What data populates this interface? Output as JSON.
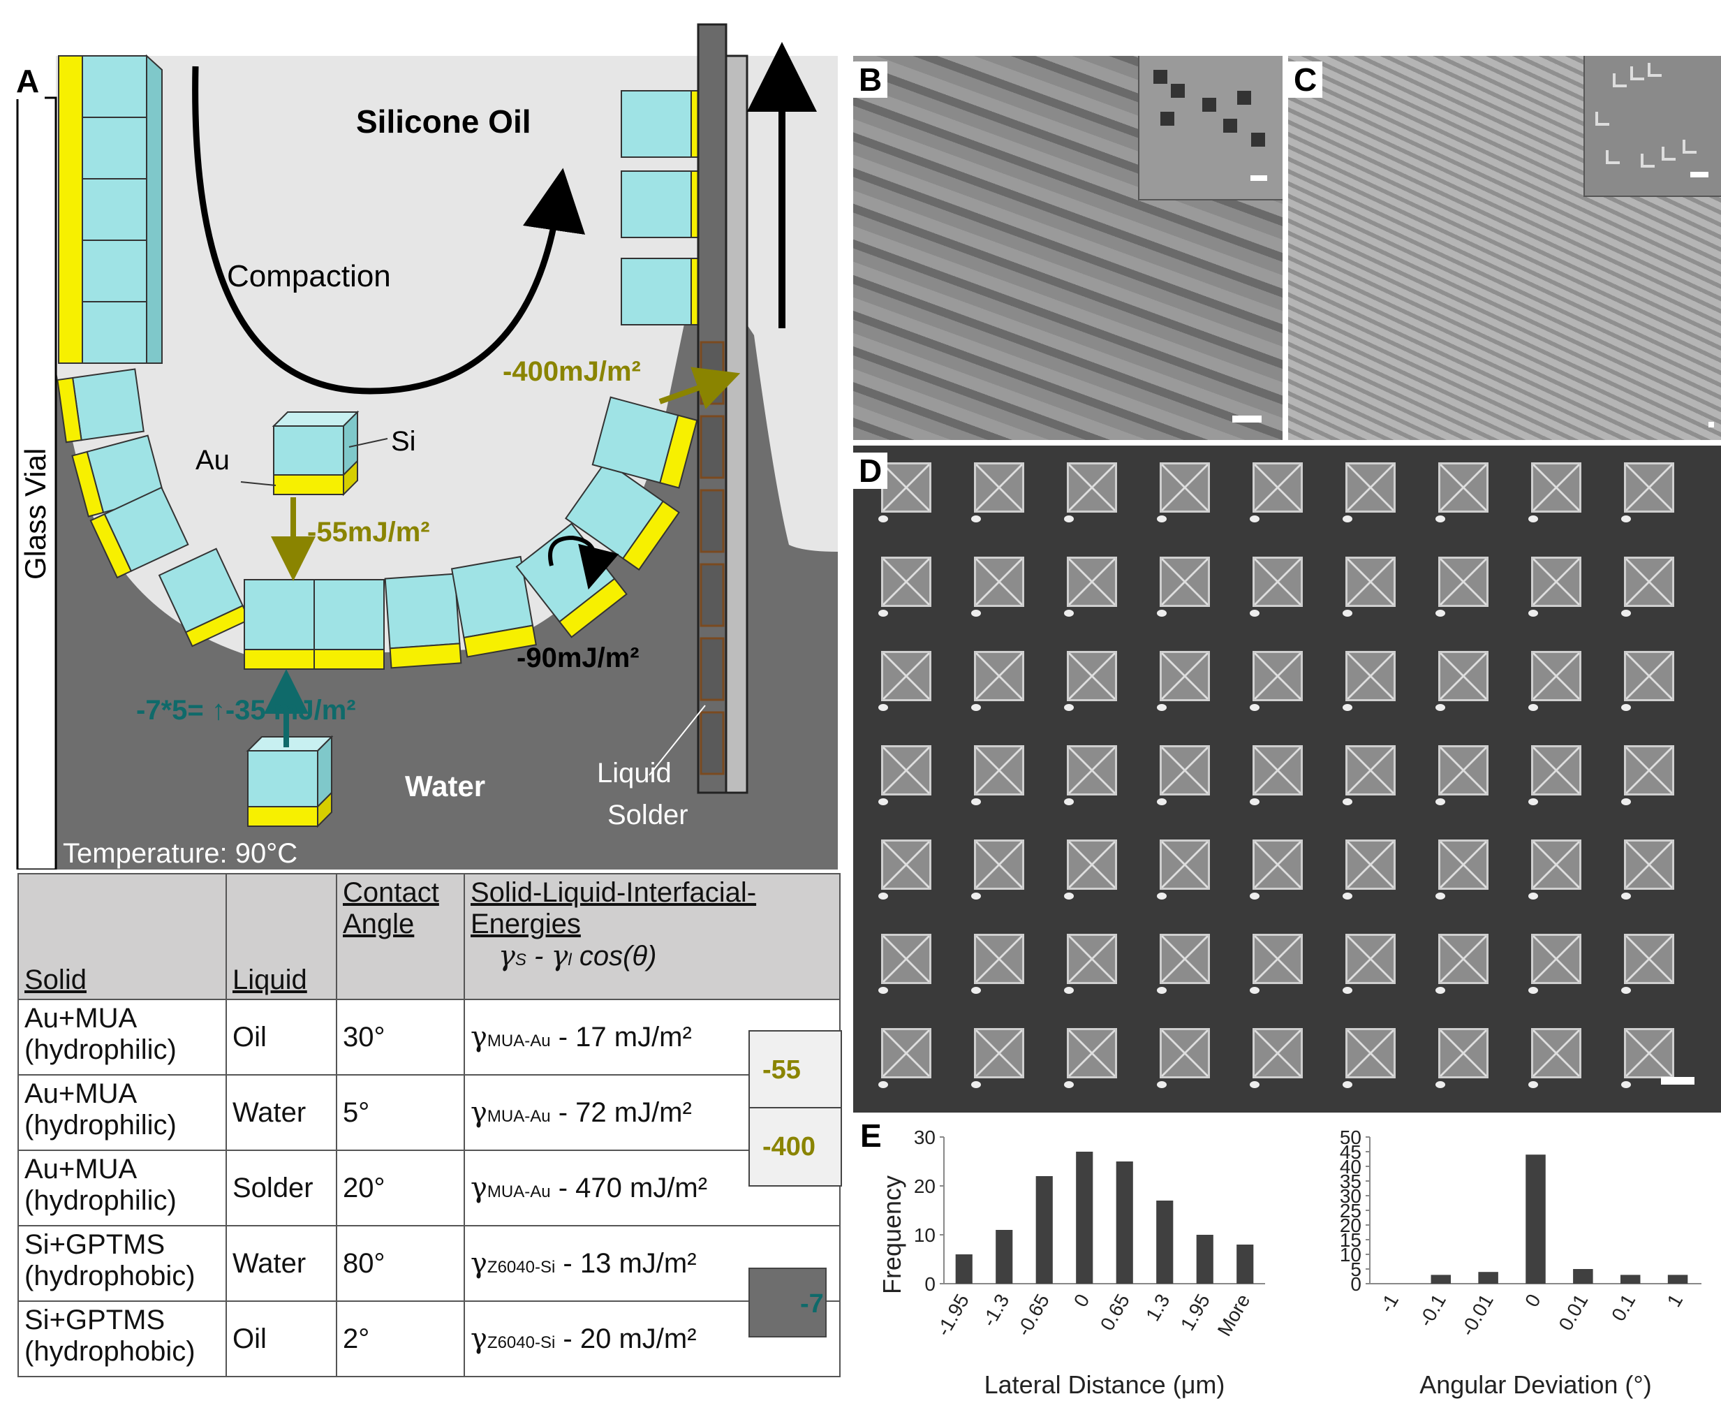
{
  "panel_labels": {
    "a": "A",
    "b": "B",
    "c": "C",
    "d": "D",
    "e": "E"
  },
  "diagram": {
    "oil_label": "Silicone Oil",
    "compaction_label": "Compaction",
    "au_label": "Au",
    "si_label": "Si",
    "energy_55": "-55mJ/m²",
    "energy_400": "-400mJ/m²",
    "energy_90": "-90mJ/m²",
    "energy_35": "-7*5= ↑-35 mJ/m²",
    "water_label": "Water",
    "liquid_label": "Liquid",
    "solder_label": "Solder",
    "vial_label": "Glass Vial",
    "temperature_label": "Temperature: 90°C",
    "colors": {
      "cube": "#9fe3e5",
      "gold": "#f7f000",
      "oil": "#e6e6e6",
      "water": "#6e6e6e",
      "energy_olive": "#8a8400",
      "energy_teal": "#0f6a6a"
    }
  },
  "table": {
    "headers": {
      "solid": "Solid",
      "liquid": "Liquid",
      "contact_line1": "Contact",
      "contact_line2": "Angle",
      "energy_line1": "Solid-Liquid-Interfacial-",
      "energy_line2": "Energies",
      "formula_gs": "γ",
      "formula_s": "S",
      "formula_mid": " - ",
      "formula_gl": "γ",
      "formula_l": "l",
      "formula_cos": " cos(θ)"
    },
    "rows": [
      {
        "solid1": "Au+MUA",
        "solid2": "(hydrophilic)",
        "liquid": "Oil",
        "angle": "30°",
        "gamma": "γ",
        "sub": "MUA-Au",
        "value": " - 17  mJ/m²"
      },
      {
        "solid1": "Au+MUA",
        "solid2": "(hydrophilic)",
        "liquid": "Water",
        "angle": "5°",
        "gamma": "γ",
        "sub": "MUA-Au",
        "value": " - 72  mJ/m²"
      },
      {
        "solid1": "Au+MUA",
        "solid2": "(hydrophilic)",
        "liquid": "Solder",
        "angle": "20°",
        "gamma": "γ",
        "sub": "MUA-Au",
        "value": " - 470 mJ/m²"
      },
      {
        "solid1": "Si+GPTMS",
        "solid2": "(hydrophobic)",
        "liquid": "Water",
        "angle": "80°",
        "gamma": "γ",
        "sub": "Z6040-Si",
        "value": " - 13  mJ/m²"
      },
      {
        "solid1": "Si+GPTMS",
        "solid2": "(hydrophobic)",
        "liquid": "Oil",
        "angle": "2°",
        "gamma": "γ",
        "sub": "Z6040-Si",
        "value": " - 20  mJ/m²"
      }
    ],
    "side_values": {
      "v55": "-55",
      "v400": "-400",
      "v7": "-7"
    }
  },
  "chart_data": [
    {
      "type": "bar",
      "categories": [
        "-1.95",
        "-1.3",
        "-0.65",
        "0",
        "0.65",
        "1.3",
        "1.95",
        "More"
      ],
      "values": [
        6,
        11,
        22,
        27,
        25,
        17,
        10,
        8
      ],
      "xlabel": "Lateral Distance (μm)",
      "ylabel": "Frequency",
      "ylim": [
        0,
        30
      ],
      "yticks": [
        "0",
        "10",
        "20",
        "30"
      ],
      "color": "#404040"
    },
    {
      "type": "bar",
      "categories": [
        "-1",
        "-0.1",
        "-0.01",
        "0",
        "0.01",
        "0.1",
        "1"
      ],
      "values": [
        0,
        3,
        4,
        44,
        5,
        3,
        3
      ],
      "xlabel": "Angular Deviation (°)",
      "ylabel": "",
      "ylim": [
        0,
        50
      ],
      "yticks": [
        "0",
        "5",
        "10",
        "15",
        "20",
        "25",
        "30",
        "35",
        "40",
        "45",
        "50"
      ],
      "color": "#404040"
    }
  ]
}
